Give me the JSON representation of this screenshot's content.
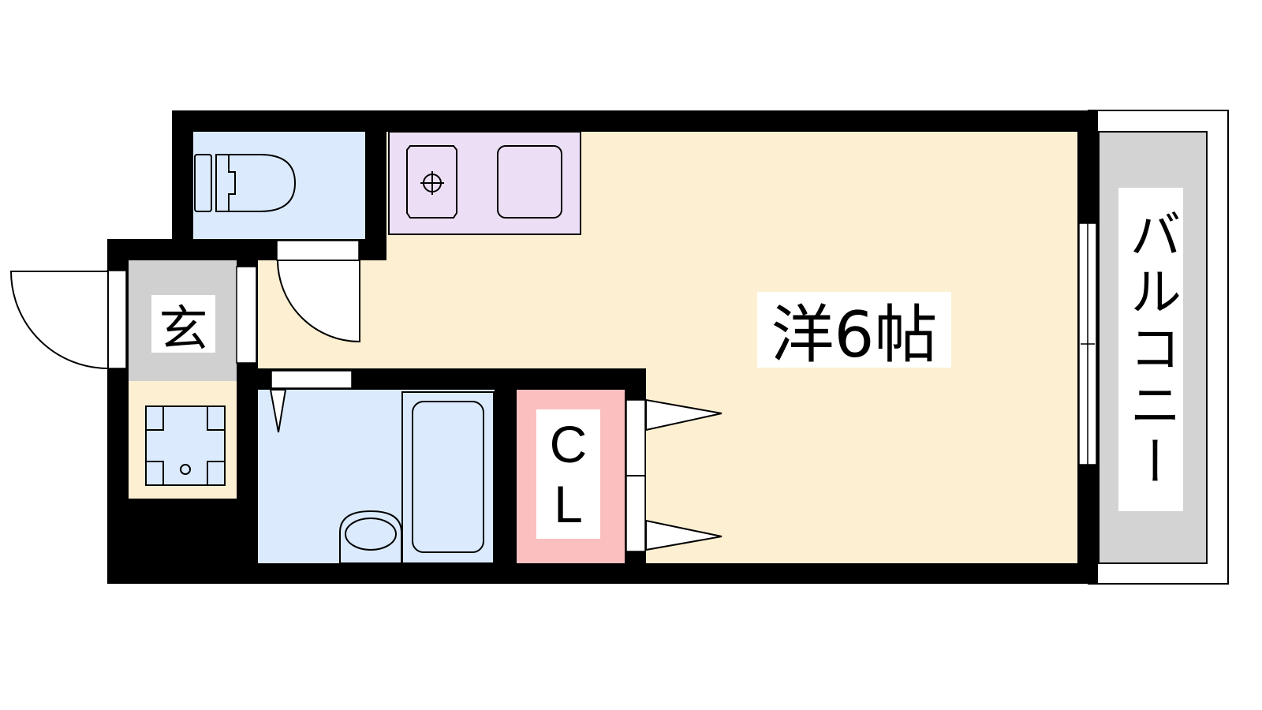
{
  "floor_plan": {
    "rooms": {
      "main_room": {
        "label": "洋6帖"
      },
      "entrance": {
        "label": "玄"
      },
      "closet": {
        "label_line1": "C",
        "label_line2": "L"
      },
      "balcony": {
        "label": "バルコニー"
      }
    },
    "colors": {
      "wall": "#000000",
      "main_room": "#fdf0d2",
      "wet_area": "#dbebfd",
      "kitchen": "#ecdff5",
      "entrance": "#d0d0d0",
      "closet": "#fbbfbf",
      "balcony": "#d3d3d3"
    }
  }
}
